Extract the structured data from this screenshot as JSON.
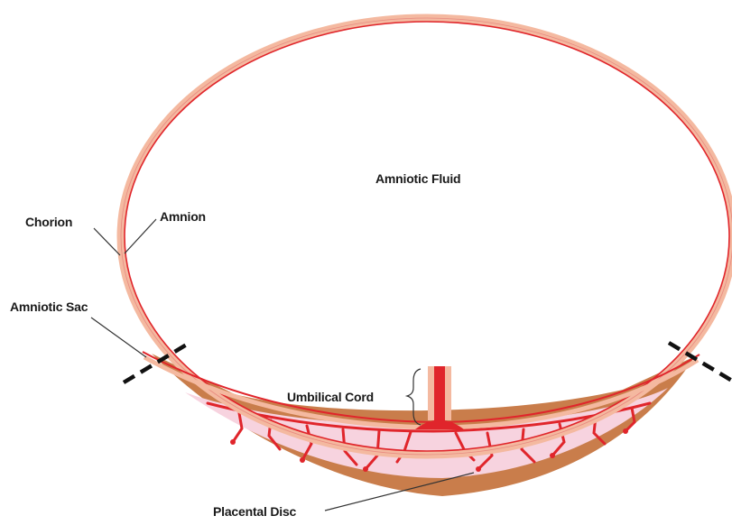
{
  "labels": {
    "amniotic_fluid": "Amniotic Fluid",
    "chorion": "Chorion",
    "amnion": "Amnion",
    "amniotic_sac": "Amniotic Sac",
    "umbilical_cord": "Umbilical Cord",
    "placental_disc": "Placental Disc"
  },
  "colors": {
    "chorion": "#f4b9a0",
    "amnion": "#e0252b",
    "placenta_outer": "#c97d4b",
    "placenta_inner": "#f7d3df",
    "vessels": "#e0252b",
    "leader_lines": "#333333",
    "background": "#ffffff"
  }
}
